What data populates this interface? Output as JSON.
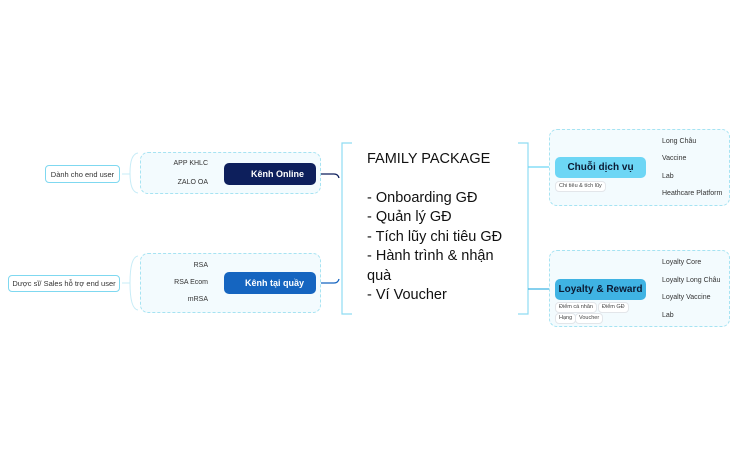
{
  "center": {
    "title": "FAMILY PACKAGE",
    "lines": [
      "- Onboarding GĐ",
      "- Quản lý GĐ",
      "- Tích lũy chi tiêu GĐ",
      "- Hành trình & nhận",
      "quà",
      "- Ví Voucher"
    ]
  },
  "left": {
    "online": {
      "label": "Kênh Online",
      "audience": "Dành cho end user",
      "children": [
        "APP KHLC",
        "ZALO OA"
      ]
    },
    "counter": {
      "label": "Kênh tại quầy",
      "audience": "Dược sĩ/ Sales hỗ trợ end user",
      "children": [
        "RSA",
        "RSA Ecom",
        "mRSA"
      ]
    }
  },
  "right": {
    "service": {
      "label": "Chuỗi dịch vụ",
      "tags": [
        "Chi tiêu & tích lũy"
      ],
      "children": [
        "Long Châu",
        "Vaccine",
        "Lab",
        "Heathcare Platform"
      ]
    },
    "loyalty": {
      "label": "Loyalty & Reward",
      "tags": [
        "Điểm cá nhân",
        "Điểm GĐ",
        "Hạng",
        "Voucher"
      ],
      "children": [
        "Loyalty Core",
        "Loyalty Long Châu",
        "Loyalty Vaccine",
        "Lab"
      ]
    }
  },
  "colors": {
    "online_node": "#0d1f5c",
    "counter_node": "#1565c0",
    "service_node": "#6dd6f5",
    "loyalty_node": "#3fb3e3",
    "connector_light": "#7fd8f0",
    "connector_dark": "#1a3a8a"
  }
}
